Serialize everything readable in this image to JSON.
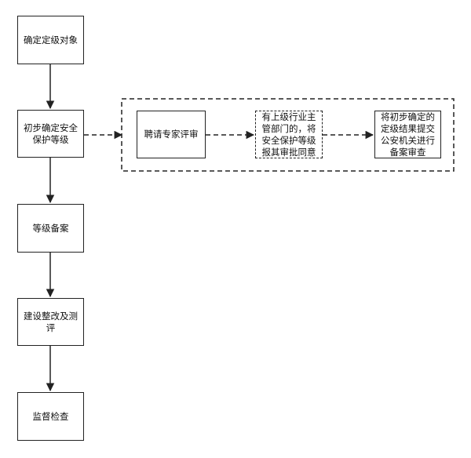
{
  "nodes": {
    "step1": "确定定级对象",
    "step2": "初步确定安全\n保护等级",
    "step3": "等级备案",
    "step4": "建设整改及测\n评",
    "step5": "监督检查",
    "sub1": "聘请专家评审",
    "sub2": "有上级行业主\n管部门的，将\n安全保护等级\n报其审批同意",
    "sub3": "将初步确定的\n定级结果提交\n公安机关进行\n备案审查"
  }
}
